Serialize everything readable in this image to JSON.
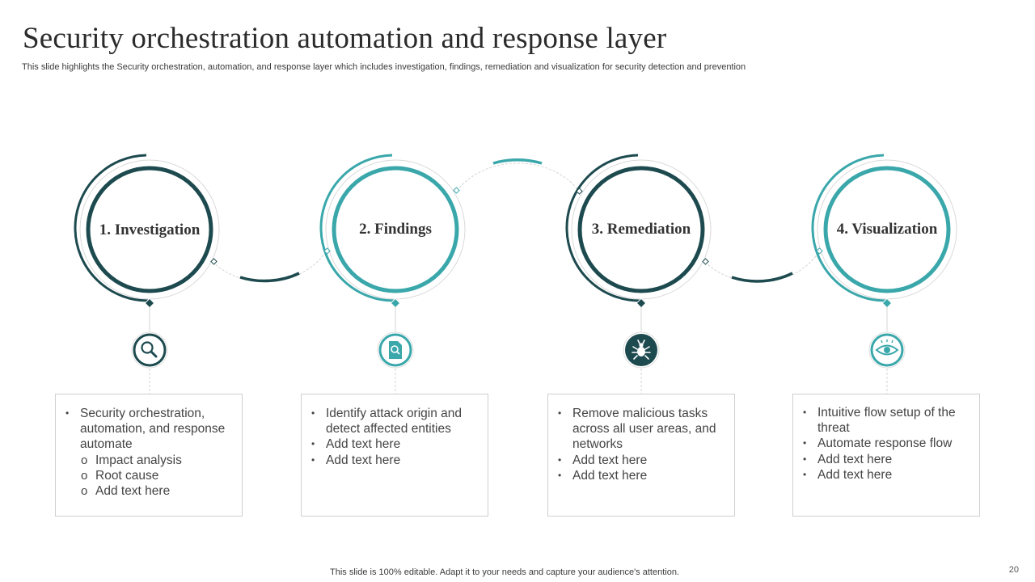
{
  "title": "Security orchestration automation and response layer",
  "subtitle": "This slide highlights the Security orchestration, automation, and response layer which includes investigation, findings, remediation and visualization for security detection and prevention",
  "colors": {
    "dark": "#1d4a4f",
    "teal": "#3aa7ab",
    "grey": "#d4d4d4"
  },
  "stages": [
    {
      "title": "1. Investigation",
      "icon": "magnifier-icon",
      "color": "#1d4a4f",
      "items": [
        {
          "text": "Security orchestration, automation, and response automate",
          "level": 1
        },
        {
          "text": "Impact analysis",
          "level": 2
        },
        {
          "text": "Root cause",
          "level": 2
        },
        {
          "text": "Add text here",
          "level": 2
        }
      ]
    },
    {
      "title": "2. Findings",
      "icon": "document-search-icon",
      "color": "#3aa7ab",
      "items": [
        {
          "text": "Identify attack origin and detect affected entities",
          "level": 1
        },
        {
          "text": "Add text here",
          "level": 1
        },
        {
          "text": "Add text here",
          "level": 1
        }
      ]
    },
    {
      "title": "3. Remediation",
      "icon": "bug-gear-icon",
      "color": "#1d4a4f",
      "items": [
        {
          "text": "Remove malicious tasks across all user areas, and networks",
          "level": 1
        },
        {
          "text": "Add text here",
          "level": 1
        },
        {
          "text": "Add text here",
          "level": 1
        }
      ]
    },
    {
      "title": "4. Visualization",
      "icon": "eye-icon",
      "color": "#3aa7ab",
      "items": [
        {
          "text": "Intuitive flow setup of the threat",
          "level": 1
        },
        {
          "text": "Automate response flow",
          "level": 1
        },
        {
          "text": "Add text here",
          "level": 1
        },
        {
          "text": "Add text here",
          "level": 1
        }
      ]
    }
  ],
  "footer": "This slide is 100% editable. Adapt it to your needs and capture your audience's attention.",
  "page_number": "20"
}
